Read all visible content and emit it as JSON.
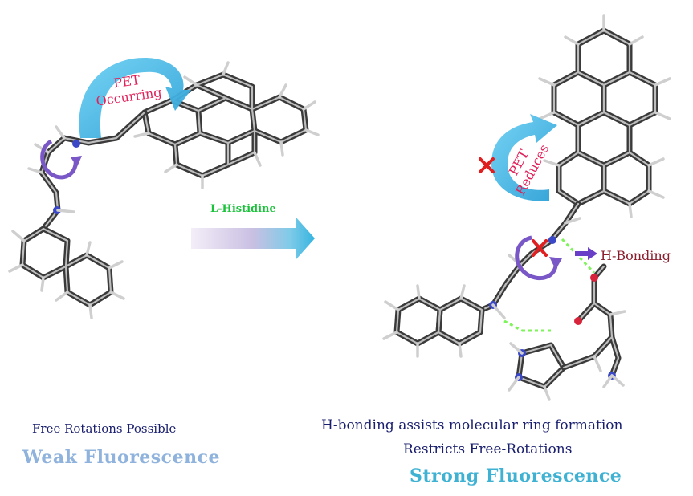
{
  "left_panel": {
    "pet_line1": "PET",
    "pet_line2": "Occurring",
    "caption_line1": "Free Rotations Possible",
    "caption_line2": "Weak Fluorescence"
  },
  "middle": {
    "reagent_label": "L-Histidine"
  },
  "right_panel": {
    "pet_line1": "PET",
    "pet_line2": "Reduces",
    "hbond_label": "H-Bonding",
    "caption_line1": "H-bonding assists molecular ring formation",
    "caption_line2": "Restricts Free-Rotations",
    "caption_line3": "Strong Fluorescence"
  },
  "colors": {
    "pet_arrow": "#3cb5e5",
    "pet_text": "#e0225a",
    "rotation_arrow": "#7a57c7",
    "block_mark": "#e02020",
    "hbond_dash": "#7ef35a",
    "hbond_text": "#8b1d2c",
    "reagent_text": "#19c23a",
    "caption_text": "#1a1f6e",
    "weak_text": "#8fb3dc",
    "strong_text": "#3fb2d3"
  }
}
